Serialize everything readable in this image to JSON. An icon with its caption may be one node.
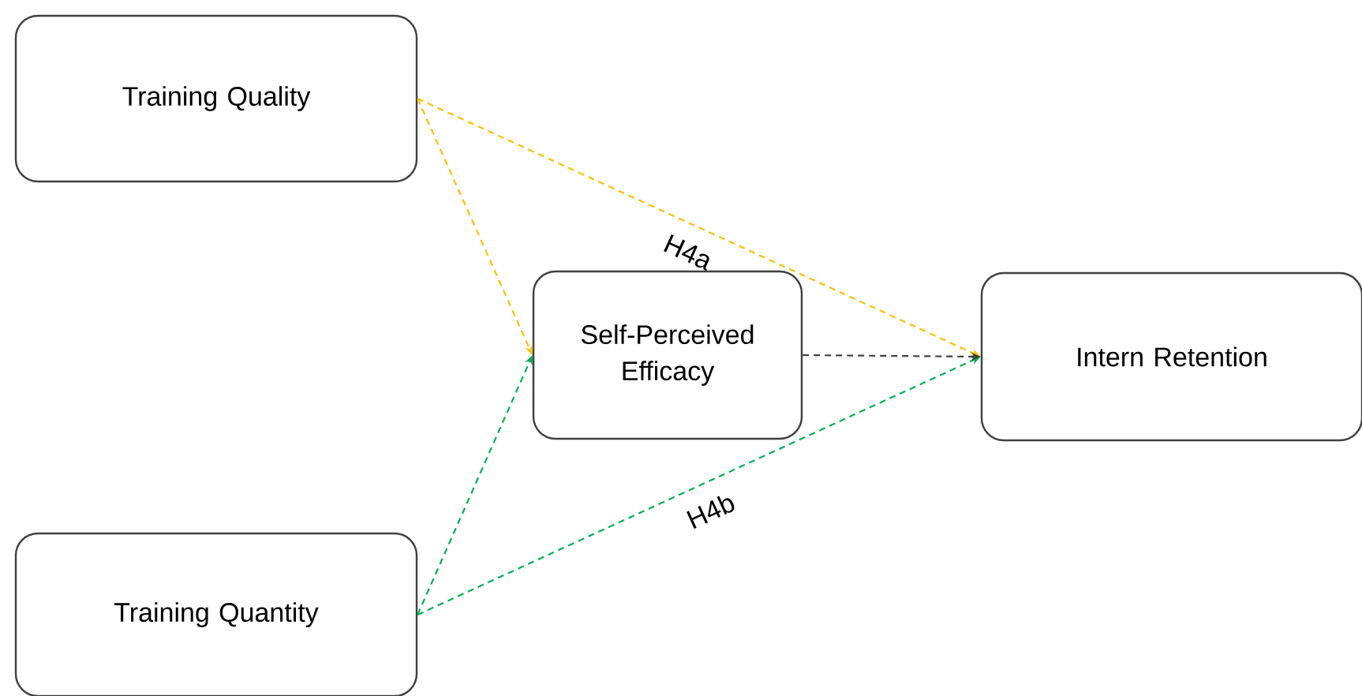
{
  "diagram": {
    "nodes": [
      {
        "text": [
          "Training Quality"
        ]
      },
      {
        "text": [
          "Training Quantity"
        ]
      },
      {
        "text": [
          "Self-Perceived Efficacy"
        ]
      },
      {
        "text": [
          "Intern Retention"
        ]
      }
    ],
    "edges": [
      {
        "from": 0,
        "to": 2,
        "arrow": "to",
        "style": "dashed",
        "color": "#ffc000"
      },
      {
        "from": 0,
        "to": 3,
        "arrow": "to",
        "style": "dashed",
        "color": "#ffc000",
        "label": "H4a"
      },
      {
        "from": 1,
        "to": 2,
        "arrow": "to",
        "style": "dashed",
        "color": "#00b050"
      },
      {
        "from": 1,
        "to": 3,
        "arrow": "to",
        "style": "dashed",
        "color": "#00b050",
        "label": "H4b"
      },
      {
        "from": 2,
        "to": 3,
        "arrow": "to",
        "style": "dashed",
        "color": "#404040"
      }
    ]
  }
}
